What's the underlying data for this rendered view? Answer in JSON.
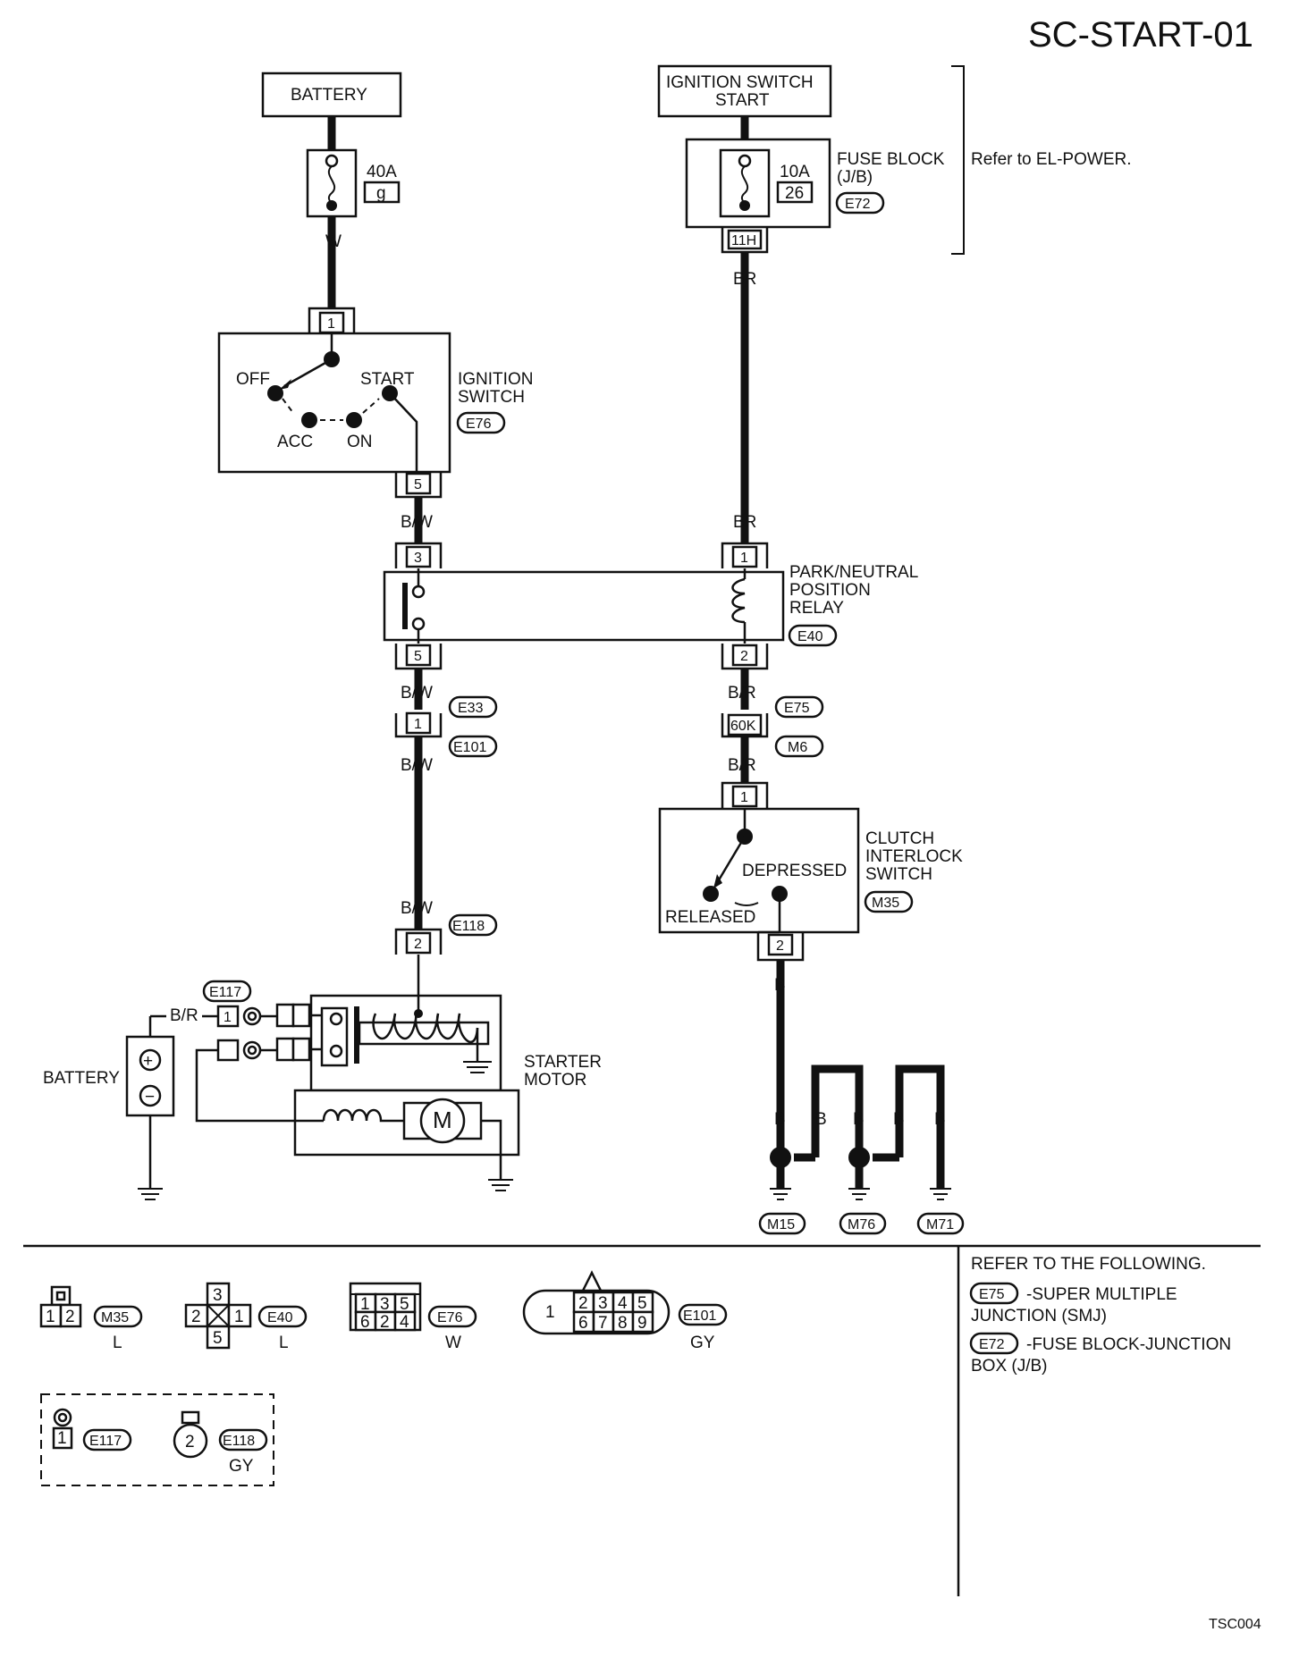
{
  "page": {
    "title": "SC-START-01",
    "figure_id": "TSC004"
  },
  "top": {
    "battery": "BATTERY",
    "ign_switch_start_1": "IGNITION SWITCH",
    "ign_switch_start_2": "START",
    "fuse1_amp": "40A",
    "fuse1_num": "g",
    "fuse2_amp": "10A",
    "fuse2_num": "26",
    "fuse_block_1": "FUSE BLOCK",
    "fuse_block_2": "(J/B)",
    "fuse_block_conn": "E72",
    "fuse_block_term": "11H",
    "refer_power": "Refer to EL-POWER."
  },
  "wires": {
    "w": "W",
    "br1": "BR",
    "br2": "BR",
    "bw1": "B/W",
    "bw2": "B/W",
    "bw3": "B/W",
    "bw4": "B/W",
    "br_r1": "B/R",
    "br_r2": "B/R",
    "br_r3": "B/R",
    "b1": "B",
    "b2": "B",
    "b3": "B",
    "b4": "B",
    "b5": "B",
    "b6": "B"
  },
  "ignition": {
    "term_in": "1",
    "term_out": "5",
    "off": "OFF",
    "start": "START",
    "acc": "ACC",
    "on": "ON",
    "name_1": "IGNITION",
    "name_2": "SWITCH",
    "conn": "E76"
  },
  "relay": {
    "t3": "3",
    "t5": "5",
    "t1": "1",
    "t2": "2",
    "name_1": "PARK/NEUTRAL",
    "name_2": "POSITION",
    "name_3": "RELAY",
    "conn": "E40"
  },
  "joints": {
    "e33": "E33",
    "e101": "E101",
    "j1": "1",
    "e75": "E75",
    "m6": "M6",
    "j60k": "60K",
    "e118": "E118",
    "j2": "2",
    "e117": "E117",
    "j117": "1"
  },
  "clutch": {
    "t1": "1",
    "t2": "2",
    "depressed": "DEPRESSED",
    "released": "RELEASED",
    "name_1": "CLUTCH",
    "name_2": "INTERLOCK",
    "name_3": "SWITCH",
    "conn": "M35"
  },
  "starter": {
    "name_1": "STARTER",
    "name_2": "MOTOR",
    "motor": "M",
    "battery": "BATTERY",
    "plus": "+",
    "minus": "−"
  },
  "grounds": {
    "m15": "M15",
    "m76": "M76",
    "m71": "M71"
  },
  "legend": {
    "m35_pins": [
      "1",
      "2"
    ],
    "m35_conn": "M35",
    "m35_color": "L",
    "e40_pins": [
      "3",
      "2",
      "1",
      "5"
    ],
    "e40_conn": "E40",
    "e40_color": "L",
    "e76_pins": [
      "1",
      "3",
      "5",
      "6",
      "2",
      "4"
    ],
    "e76_conn": "E76",
    "e76_color": "W",
    "e101_pins": [
      "1",
      "2",
      "3",
      "4",
      "5",
      "6",
      "7",
      "8",
      "9"
    ],
    "e101_conn": "E101",
    "e101_color": "GY",
    "e117_pin": "1",
    "e117_conn": "E117",
    "e118_pin": "2",
    "e118_conn": "E118",
    "e118_color": "GY",
    "refer_title": "REFER TO THE FOLLOWING.",
    "e75_conn": "E75",
    "e75_text_1": "-SUPER MULTIPLE",
    "e75_text_2": "JUNCTION (SMJ)",
    "e72_conn": "E72",
    "e72_text_1": "-FUSE BLOCK-JUNCTION",
    "e72_text_2": "BOX (J/B)"
  }
}
